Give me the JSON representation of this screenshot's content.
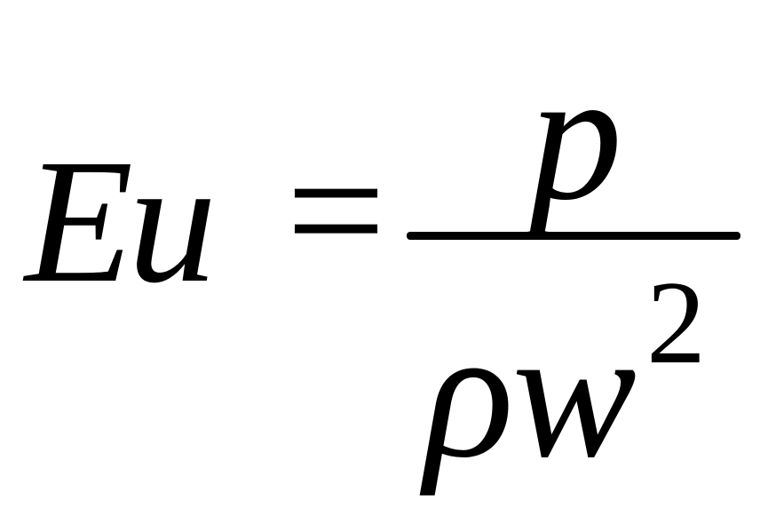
{
  "formula": {
    "lhs": "Eu",
    "operator": "=",
    "numerator": "p",
    "denominator_base": "ρw",
    "denominator_exponent": "2"
  }
}
